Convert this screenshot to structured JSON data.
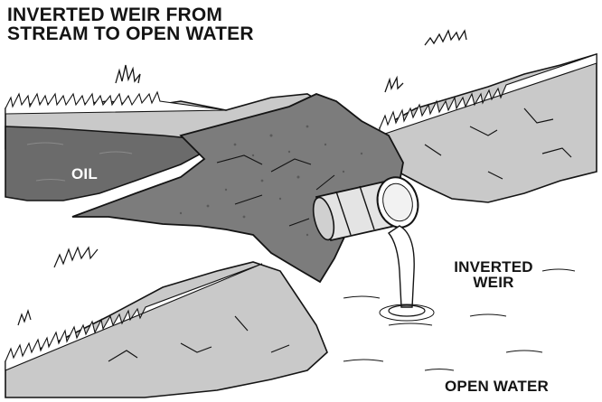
{
  "title": {
    "line1": "INVERTED WEIR FROM",
    "line2": "STREAM TO OPEN WATER"
  },
  "labels": {
    "oil": "OIL",
    "inverted_weir_line1": "INVERTED",
    "inverted_weir_line2": "WEIR",
    "open_water": "OPEN WATER"
  },
  "colors": {
    "oil": "#6b6b6b",
    "dam": "#7c7c7c",
    "bank": "#c9c9c9",
    "pipe": "#e4e4e4",
    "outline": "#141414"
  }
}
